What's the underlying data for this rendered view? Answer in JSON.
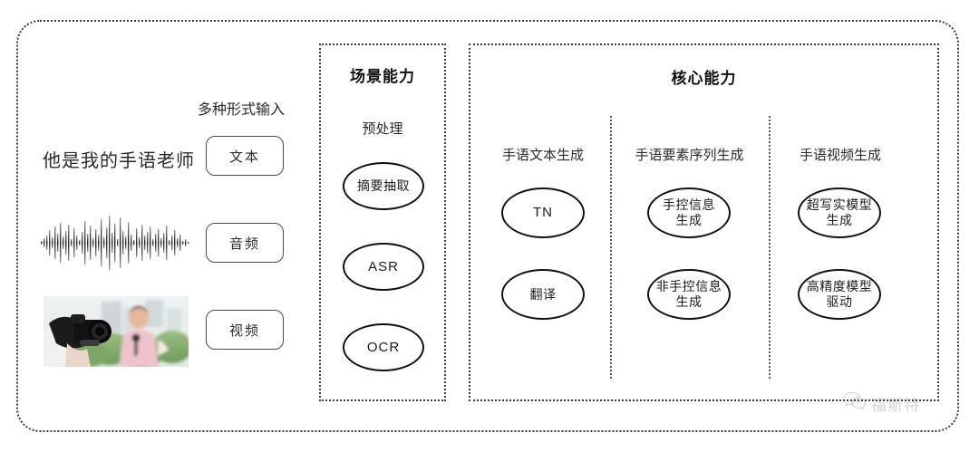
{
  "diagram": {
    "input_section": {
      "heading": "多种形式输入",
      "sample_text": "他是我的手语老师",
      "waveform_label": "audio-waveform",
      "thumbnail_label": "video-thumbnail",
      "chips": [
        {
          "label": "文本",
          "name": "text"
        },
        {
          "label": "音频",
          "name": "audio"
        },
        {
          "label": "视频",
          "name": "video"
        }
      ]
    },
    "scene_panel": {
      "title": "场景能力",
      "group_label": "预处理",
      "nodes": [
        {
          "label": "摘要抽取",
          "latin": false
        },
        {
          "label": "ASR",
          "latin": true
        },
        {
          "label": "OCR",
          "latin": true
        }
      ]
    },
    "core_panel": {
      "title": "核心能力",
      "columns": [
        {
          "label": "手语文本生成",
          "nodes": [
            {
              "label": "TN",
              "latin": true
            },
            {
              "label": "翻译",
              "latin": false
            }
          ]
        },
        {
          "label": "手语要素序列生成",
          "nodes": [
            {
              "label": "手控信息\n生成",
              "latin": false
            },
            {
              "label": "非手控信息\n生成",
              "latin": false
            }
          ]
        },
        {
          "label": "手语视频生成",
          "nodes": [
            {
              "label": "超写实模型\n生成",
              "latin": false
            },
            {
              "label": "高精度模型\n驱动",
              "latin": false
            }
          ]
        }
      ]
    },
    "watermark": {
      "text": "福斯特",
      "icon": "wechat-icon"
    },
    "colors": {
      "border": "#3a3a3a",
      "node_border": "#111111",
      "text": "#2b2b2b",
      "background": "#ffffff"
    }
  }
}
